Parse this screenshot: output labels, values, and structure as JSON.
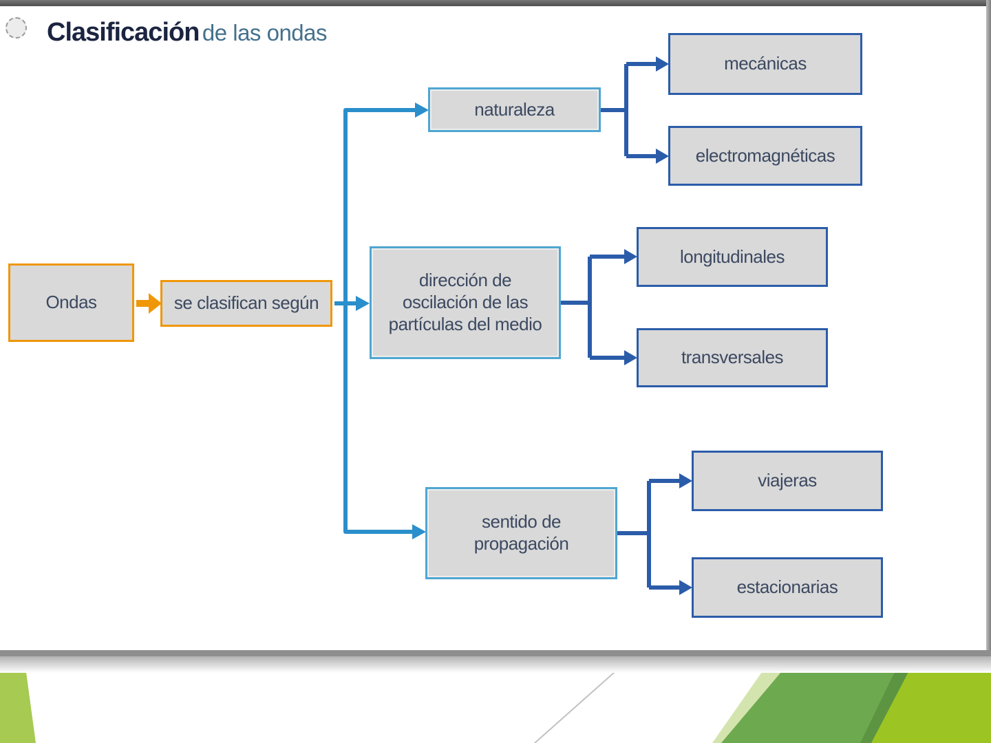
{
  "slide": {
    "title": {
      "bold": "Clasificación",
      "rest": "de las ondas"
    }
  },
  "diagram": {
    "nodes": {
      "ondas": "Ondas",
      "se_clasifican": "se clasifican según",
      "naturaleza": "naturaleza",
      "direccion": "dirección de oscilación de las partículas del medio",
      "sentido": "sentido de propagación",
      "mecanicas": "mecánicas",
      "electromagneticas": "electromagnéticas",
      "longitudinales": "longitudinales",
      "transversales": "transversales",
      "viajeras": "viajeras",
      "estacionarias": "estacionarias"
    },
    "structure": [
      {
        "parent": "Ondas",
        "via": "se clasifican según",
        "category": "naturaleza",
        "children": [
          "mecánicas",
          "electromagnéticas"
        ]
      },
      {
        "parent": "Ondas",
        "via": "se clasifican según",
        "category": "dirección de oscilación de las partículas del medio",
        "children": [
          "longitudinales",
          "transversales"
        ]
      },
      {
        "parent": "Ondas",
        "via": "se clasifican según",
        "category": "sentido de propagación",
        "children": [
          "viajeras",
          "estacionarias"
        ]
      }
    ]
  },
  "colors": {
    "orange_accent": "#ef9709",
    "light_blue_connector": "#2a8fcb",
    "light_blue_border": "#4fa6d2",
    "dark_blue_connector": "#2b5ca9",
    "box_fill": "#d9d9d9",
    "box_text": "#3c4961",
    "title_bold": "#1b2440",
    "title_rest": "#44708c",
    "frame_gray": "#8e8e8e",
    "green_left": "#a6ca52",
    "green_mid": "#6da94e",
    "green_dark_wedge": "#5d9441",
    "green_right": "#9cc523",
    "green_pale_sliver": "#d4e4ae"
  }
}
